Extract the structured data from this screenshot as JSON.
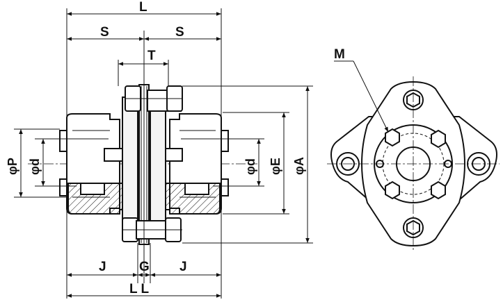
{
  "labels": {
    "L_top": "L",
    "S_left": "S",
    "S_right": "S",
    "T": "T",
    "M": "M",
    "J_left": "J",
    "G": "G",
    "J_right": "J",
    "LL": "L L",
    "phiP": "φP",
    "phid_left": "φd",
    "phid_right": "φd",
    "phiE": "φE",
    "phiA": "φA"
  }
}
